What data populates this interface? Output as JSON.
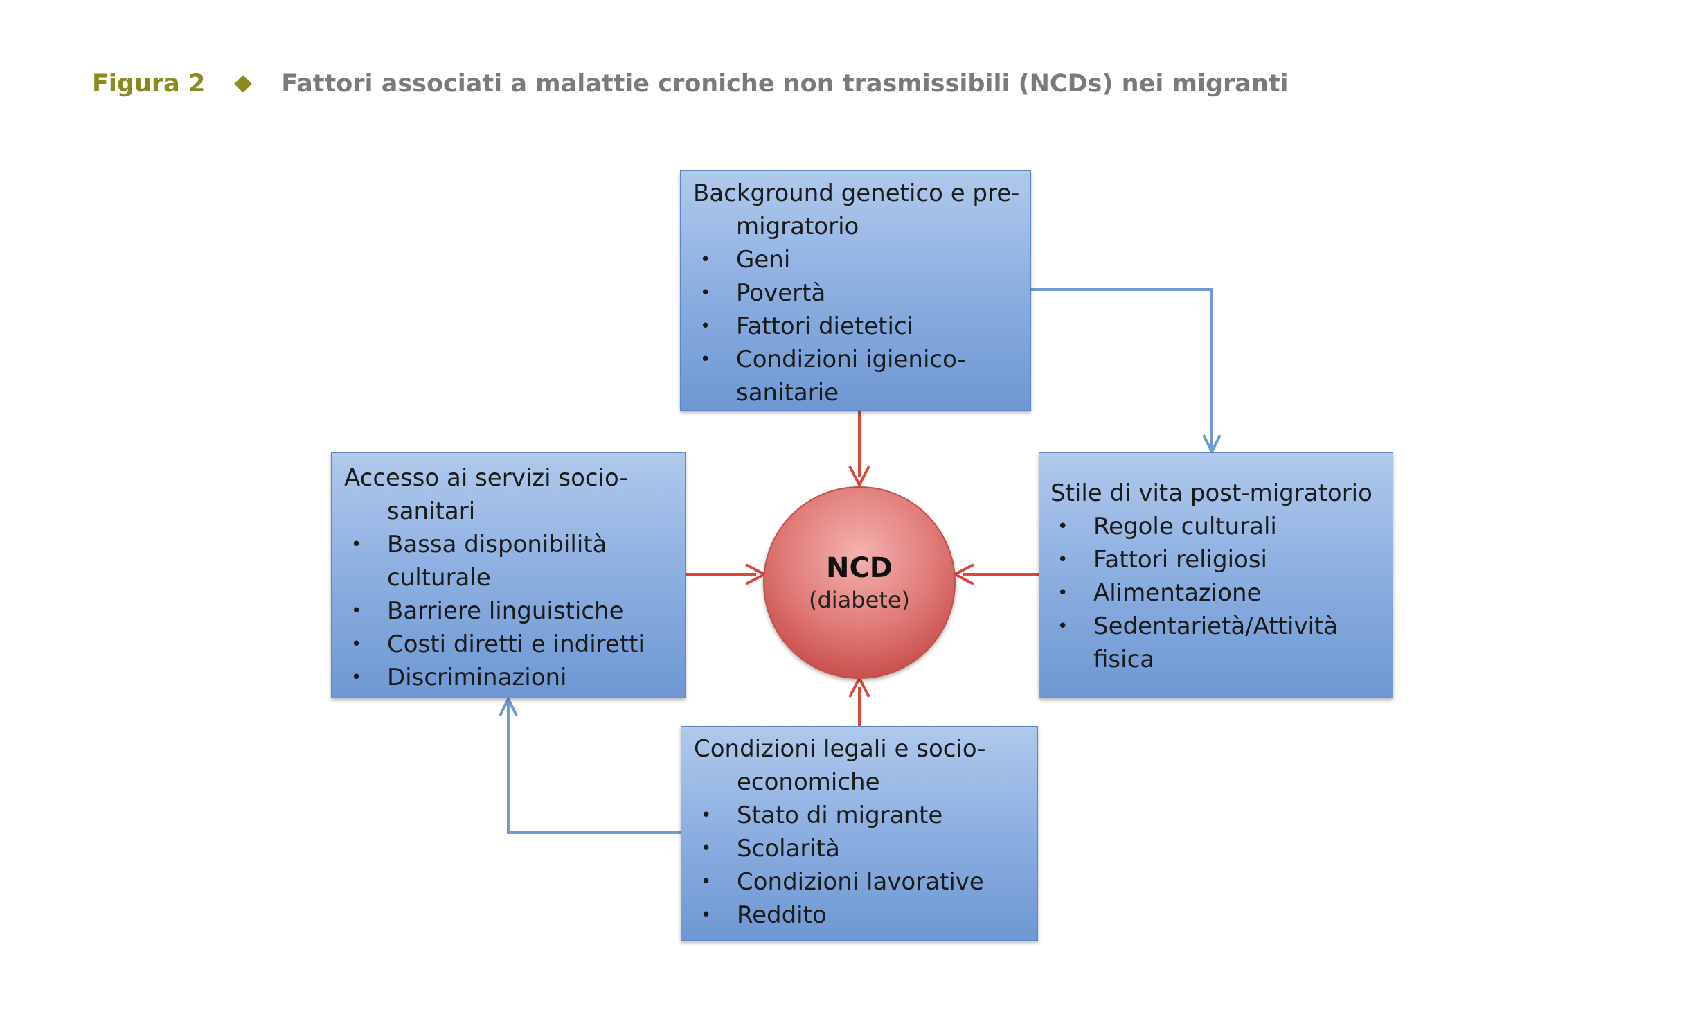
{
  "header": {
    "figure_label": "Figura 2",
    "title": "Fattori associati a malattie croniche non trasmissibili (NCDs) nei migranti",
    "accent_color": "#8a8a1e"
  },
  "diagram": {
    "center": {
      "title": "NCD",
      "subtitle": "(diabete)"
    },
    "boxes": {
      "top": {
        "title": "Background genetico e pre-migratorio",
        "items": [
          "Geni",
          "Povertà",
          "Fattori dietetici",
          "Condizioni igienico-sanitarie"
        ]
      },
      "left": {
        "title": "Accesso ai servizi socio-sanitari",
        "items": [
          "Bassa disponibilità culturale",
          "Barriere linguistiche",
          "Costi diretti e indiretti",
          "Discriminazioni"
        ]
      },
      "right": {
        "title": "Stile di vita post-migratorio",
        "items": [
          "Regole culturali",
          "Fattori religiosi",
          "Alimentazione",
          "Sedentarietà/Attività fisica"
        ]
      },
      "bottom": {
        "title": "Condizioni legali e socio-economiche",
        "items": [
          "Stato di migrante",
          "Scolarità",
          "Condizioni lavorative",
          "Reddito"
        ]
      }
    },
    "colors": {
      "box_fill": "#8fb1e2",
      "box_border": "#5f86c2",
      "circle_fill": "#e07b78",
      "red_arrow": "#d9483b",
      "blue_arrow": "#6f9ad3"
    },
    "bullet_symbol": "•"
  }
}
